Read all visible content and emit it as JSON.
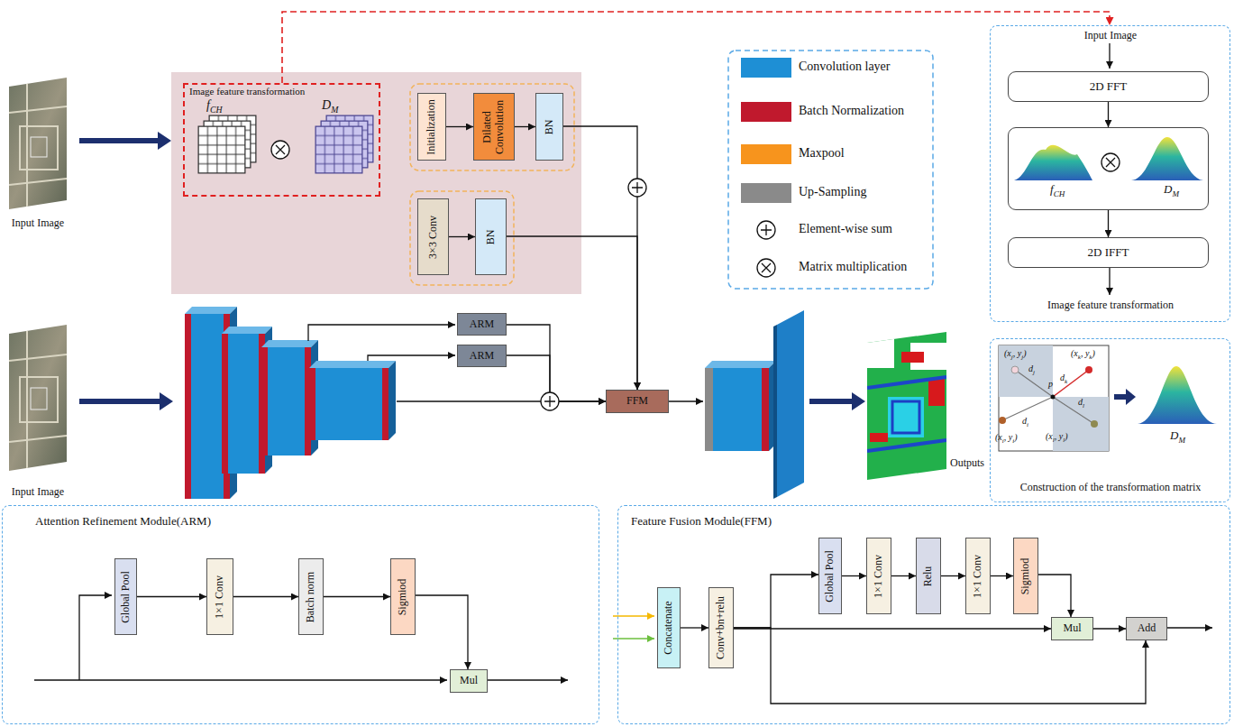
{
  "diagram": {
    "nodes": [
      {
        "text": [
          "Image feature transformation",
          "f",
          "CH",
          "D",
          "M"
        ]
      },
      {
        "text": [
          "Initialization"
        ]
      },
      {
        "text": [
          "Dilated Convolution"
        ]
      },
      {
        "text": [
          "BN"
        ]
      },
      {
        "text": [
          "3×3 Conv"
        ]
      },
      {
        "text": [
          "BN"
        ]
      },
      {
        "text": [
          "Input Image",
          "Image feature transformation"
        ]
      },
      {
        "text": [
          "2D FFT"
        ],
        "in": 6
      },
      {
        "text": [
          "f",
          "CH",
          "D",
          "M"
        ],
        "in": 6
      },
      {
        "text": [
          "2D IFFT"
        ],
        "in": 6
      },
      {
        "text": [
          "ARM"
        ]
      },
      {
        "text": [
          "ARM"
        ]
      },
      {
        "text": [
          "FFM"
        ]
      },
      {
        "text": [
          "Construction of the transformation matrix"
        ]
      },
      {
        "text": [
          "Attention Refinement Module(ARM)"
        ]
      },
      {
        "text": [
          "Global Pool"
        ],
        "in": 14
      },
      {
        "text": [
          "1×1 Conv"
        ],
        "in": 14
      },
      {
        "text": [
          "Batch norm"
        ],
        "in": 14
      },
      {
        "text": [
          "Sigmiod"
        ],
        "in": 14
      },
      {
        "text": [
          "Mul"
        ],
        "in": 14
      },
      {
        "text": [
          "Feature Fusion Module(FFM)"
        ]
      },
      {
        "text": [
          "Concatenate"
        ],
        "in": 20
      },
      {
        "text": [
          "Conv+bn+relu"
        ],
        "in": 20
      },
      {
        "text": [
          "Global Pool"
        ],
        "in": 20
      },
      {
        "text": [
          "1×1 Conv"
        ],
        "in": 20
      },
      {
        "text": [
          "Relu"
        ],
        "in": 20
      },
      {
        "text": [
          "1×1 Conv"
        ],
        "in": 20
      },
      {
        "text": [
          "Sigmiod"
        ],
        "in": 20
      },
      {
        "text": [
          "Mul"
        ],
        "in": 20
      },
      {
        "text": [
          "Add"
        ],
        "in": 20
      }
    ],
    "edges": [
      {
        "from": 0,
        "to": 6,
        "arrow": "to"
      },
      {
        "from": 1,
        "to": 2,
        "arrow": "to"
      },
      {
        "from": 2,
        "to": 3,
        "arrow": "to"
      },
      {
        "from": 4,
        "to": 5,
        "arrow": "to"
      },
      {
        "from": 3,
        "to": 12,
        "arrow": "to"
      },
      {
        "from": 5,
        "to": 12,
        "arrow": "to"
      },
      {
        "from": 10,
        "to": 12,
        "arrow": "to"
      },
      {
        "from": 11,
        "to": 12,
        "arrow": "to"
      },
      {
        "from": 7,
        "to": 8,
        "arrow": "to"
      },
      {
        "from": 8,
        "to": 9,
        "arrow": "to"
      },
      {
        "from": 15,
        "to": 16,
        "arrow": "to"
      },
      {
        "from": 16,
        "to": 17,
        "arrow": "to"
      },
      {
        "from": 17,
        "to": 18,
        "arrow": "to"
      },
      {
        "from": 18,
        "to": 19,
        "arrow": "to"
      },
      {
        "from": 21,
        "to": 22,
        "arrow": "to"
      },
      {
        "from": 22,
        "to": 23,
        "arrow": "to"
      },
      {
        "from": 22,
        "to": 28,
        "arrow": "to"
      },
      {
        "from": 22,
        "to": 29,
        "arrow": "to"
      },
      {
        "from": 23,
        "to": 24,
        "arrow": "to"
      },
      {
        "from": 24,
        "to": 25,
        "arrow": "to"
      },
      {
        "from": 25,
        "to": 26,
        "arrow": "to"
      },
      {
        "from": 26,
        "to": 27,
        "arrow": "to"
      },
      {
        "from": 27,
        "to": 28,
        "arrow": "to"
      },
      {
        "from": 28,
        "to": 29,
        "arrow": "to"
      }
    ],
    "labels": [
      "Input Image",
      "Input Image",
      "Outputs",
      "(x",
      "j",
      ", y",
      "j",
      ")",
      "(x",
      "k",
      ", y",
      "k",
      ")",
      "(x",
      "i",
      ", y",
      "i",
      ")",
      "(x",
      "l",
      ", y",
      "l",
      ")",
      "d",
      "j",
      "p",
      "d",
      "k",
      "d",
      "i",
      "d",
      "l",
      "D",
      "M"
    ],
    "legend": [
      {
        "text": "Convolution layer",
        "color": "#1e8fd5"
      },
      {
        "text": "Batch Normalization",
        "color": "#c0192d"
      },
      {
        "text": "Maxpool",
        "color": "#f7941d"
      },
      {
        "text": "Up-Sampling",
        "color": "#8a8a8a"
      },
      {
        "text": "Element-wise sum"
      },
      {
        "text": "Matrix multiplication"
      }
    ]
  }
}
